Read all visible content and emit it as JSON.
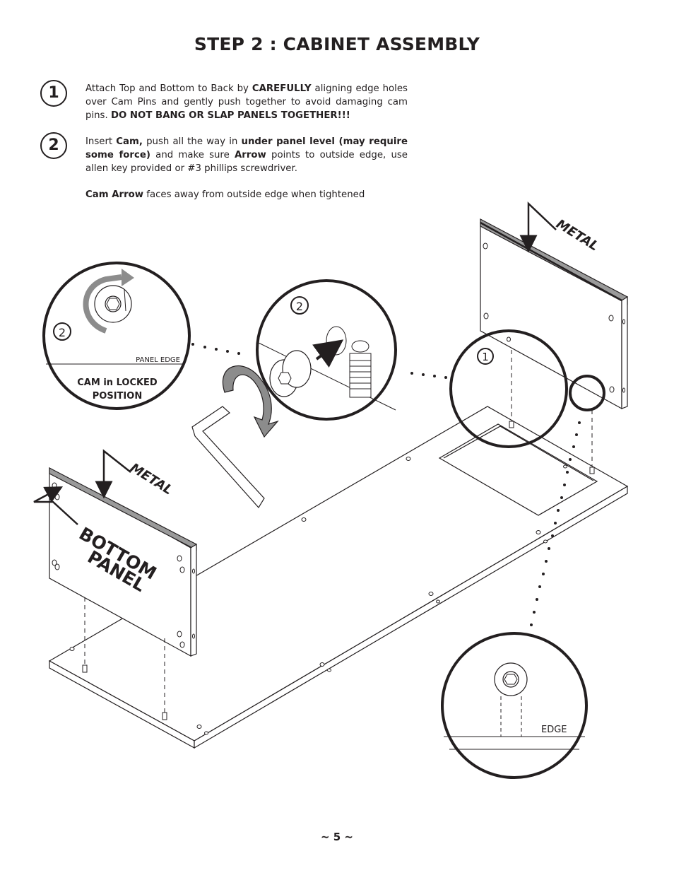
{
  "page": {
    "title": "STEP 2 : CABINET ASSEMBLY",
    "page_number": "~ 5 ~"
  },
  "steps": [
    {
      "number": "1",
      "text": [
        {
          "t": "Attach Top and Bottom to Back by ",
          "b": false
        },
        {
          "t": "CAREFULLY",
          "b": true
        },
        {
          "t": " aligning edge holes over Cam Pins and gently push together to avoid damaging cam pins. ",
          "b": false
        },
        {
          "t": "DO NOT BANG OR SLAP PANELS TOGETHER!!!",
          "b": true
        }
      ]
    },
    {
      "number": "2",
      "text": [
        {
          "t": "Insert ",
          "b": false
        },
        {
          "t": "Cam,",
          "b": true
        },
        {
          "t": " push all the  way in ",
          "b": false
        },
        {
          "t": "under panel level (may require some force)",
          "b": true
        },
        {
          "t": " and make sure ",
          "b": false
        },
        {
          "t": "Arrow",
          "b": true
        },
        {
          "t": " points to outside edge, use allen key provided or #3 phillips screwdriver.",
          "b": false
        }
      ]
    }
  ],
  "note": {
    "bold": "Cam Arrow",
    "rest": " faces away from outside edge when tightened"
  },
  "diagram": {
    "metal_label_top": "METAL",
    "metal_label_left": "METAL",
    "bottom_panel_line1": "BOTTOM",
    "bottom_panel_line2": "PANEL",
    "detail_left_badge": "2",
    "detail_left_panel_edge": "PANEL EDGE",
    "detail_left_caption_1": "CAM in LOCKED",
    "detail_left_caption_2": "POSITION",
    "detail_mid_badge": "2",
    "detail_right_badge": "1",
    "detail_bottom_edge": "EDGE"
  }
}
